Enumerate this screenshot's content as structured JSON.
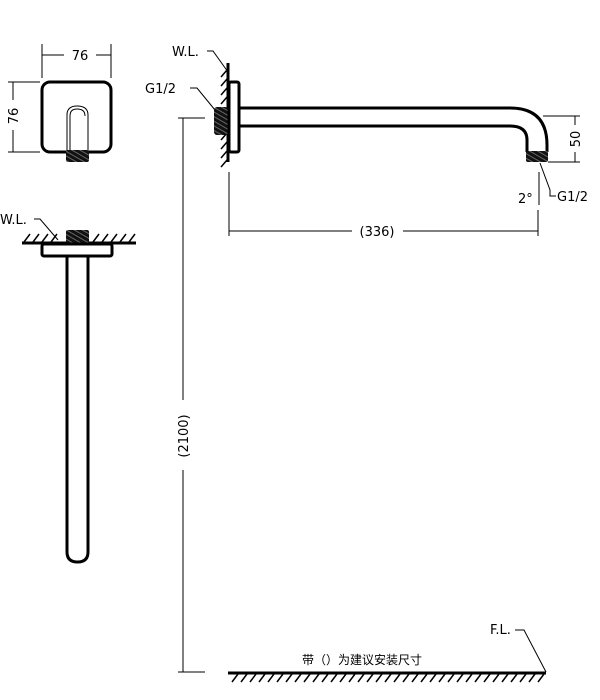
{
  "top_view": {
    "width_label": "76",
    "height_label": "76"
  },
  "front_view": {
    "wall_label": "W.L."
  },
  "side_view": {
    "wall_label": "W.L.",
    "inlet_thread_label": "G1/2",
    "outlet_thread_label": "G1/2",
    "drop_label": "50",
    "angle_label": "2°",
    "length_label": "(336)",
    "height_label": "(2100)"
  },
  "floor": {
    "label": "F.L.",
    "note": "带（）为建议安装尺寸"
  }
}
